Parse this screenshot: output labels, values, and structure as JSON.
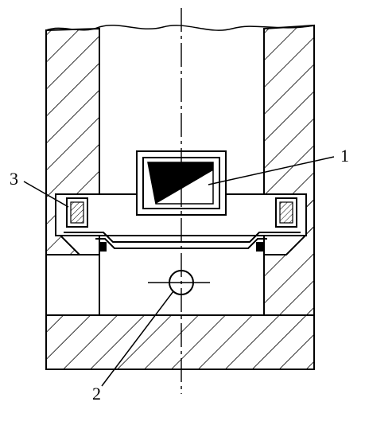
{
  "callouts": [
    {
      "id": "part-1",
      "label": "1"
    },
    {
      "id": "part-2",
      "label": "2"
    },
    {
      "id": "part-3",
      "label": "3"
    }
  ],
  "colors": {
    "line": "#000000",
    "background": "#ffffff"
  }
}
